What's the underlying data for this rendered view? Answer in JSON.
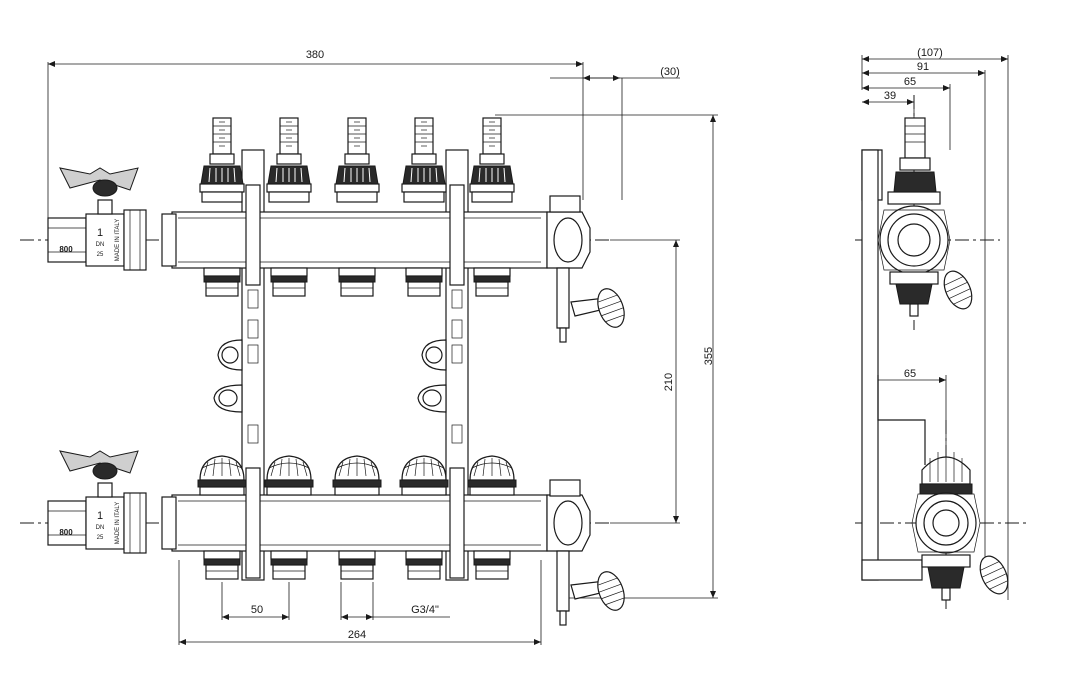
{
  "dimensions": {
    "total_width": "380",
    "offset_30": "(30)",
    "vertical_spacing": "210",
    "total_height": "355",
    "outlet_pitch": "50",
    "outlet_thread": "G3/4\"",
    "body_length": "264",
    "side_depth": "(107)",
    "side_91": "91",
    "side_65_top": "65",
    "side_39": "39",
    "side_65_lower": "65"
  },
  "valve_labels": {
    "top_800": "800",
    "top_dn": "DN",
    "top_dn_size": "25",
    "top_number": "1",
    "top_made_in": "MADE IN ITALY",
    "bottom_800": "800",
    "bottom_dn": "DN",
    "bottom_dn_size": "25",
    "bottom_number": "1",
    "bottom_made_in": "MADE IN ITALY"
  }
}
